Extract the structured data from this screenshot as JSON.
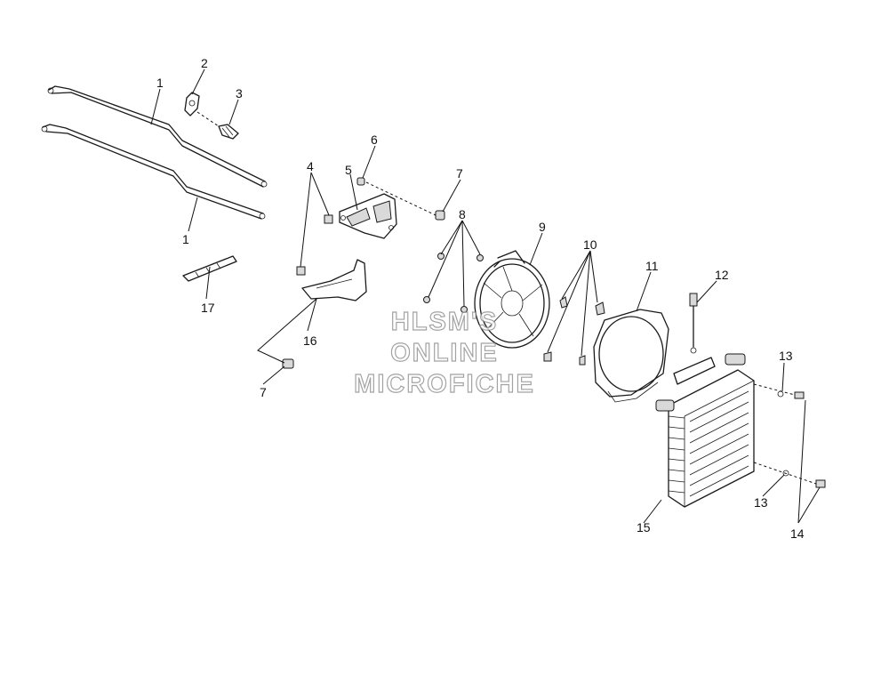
{
  "callouts": [
    {
      "id": "c1a",
      "text": "1"
    },
    {
      "id": "c1b",
      "text": "1"
    },
    {
      "id": "c2",
      "text": "2"
    },
    {
      "id": "c3",
      "text": "3"
    },
    {
      "id": "c4",
      "text": "4"
    },
    {
      "id": "c5",
      "text": "5"
    },
    {
      "id": "c6",
      "text": "6"
    },
    {
      "id": "c7a",
      "text": "7"
    },
    {
      "id": "c7b",
      "text": "7"
    },
    {
      "id": "c8",
      "text": "8"
    },
    {
      "id": "c9",
      "text": "9"
    },
    {
      "id": "c10",
      "text": "10"
    },
    {
      "id": "c11",
      "text": "11"
    },
    {
      "id": "c12",
      "text": "12"
    },
    {
      "id": "c13a",
      "text": "13"
    },
    {
      "id": "c13b",
      "text": "13"
    },
    {
      "id": "c14",
      "text": "14"
    },
    {
      "id": "c15",
      "text": "15"
    },
    {
      "id": "c16",
      "text": "16"
    },
    {
      "id": "c17",
      "text": "17"
    }
  ],
  "watermark": {
    "line1": "HLSM'S",
    "line2": "ONLINE",
    "line3": "MICROFICHE"
  },
  "colors": {
    "ink": "#1a1a1a",
    "background": "#ffffff",
    "watermark_outline": "#8a8a8a"
  }
}
